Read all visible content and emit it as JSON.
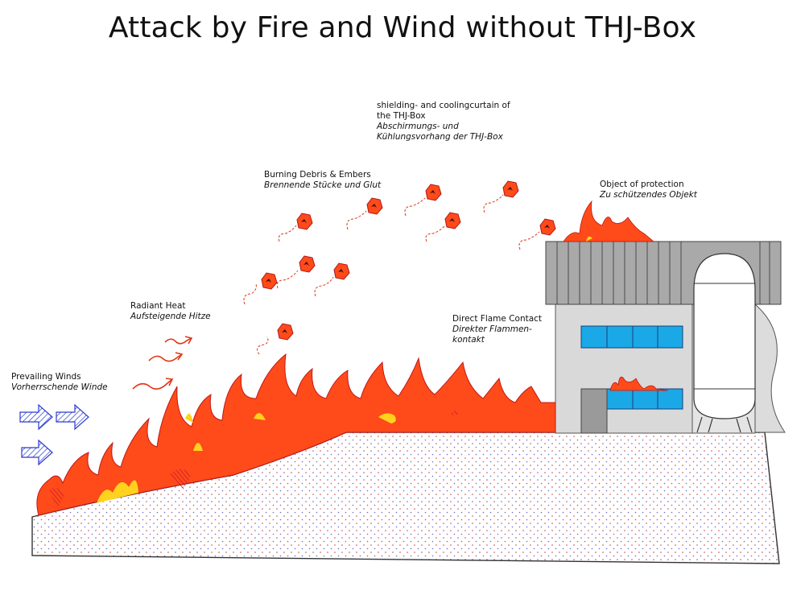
{
  "title": "Attack by Fire and Wind without THJ-Box",
  "labels": {
    "winds": {
      "en": "Prevailing Winds",
      "de": "Vorherrschende Winde"
    },
    "radiant": {
      "en": "Radiant Heat",
      "de": "Aufsteigende Hitze"
    },
    "debris": {
      "en": "Burning Debris & Embers",
      "de": "Brennende Stücke und Glut"
    },
    "shielding": {
      "en1": "shielding- and coolingcurtain of",
      "en2": "the THJ-Box",
      "de1": "Abschirmungs- und",
      "de2": "Kühlungsvorhang der THJ-Box"
    },
    "object": {
      "en": "Object of protection",
      "de": "Zu schützendes Objekt"
    },
    "direct": {
      "en": "Direct Flame Contact",
      "de1": "Direkter Flammen-",
      "de2": "kontakt"
    }
  },
  "icons": {
    "wind": "wind-arrow-icon",
    "heat": "heat-wave-icon",
    "ember": "burning-ember-icon"
  },
  "colors": {
    "flame_outer": "#ff4a1a",
    "flame_inner": "#ffd21e",
    "flame_dark": "#e02a2a",
    "ground_fill": "#fbfbfb",
    "ground_dots": "#c44",
    "building_wall": "#d9d9d9",
    "roof": "#a9a9a9",
    "window": "#1aa9e6",
    "wind_arrow": "#3a48d8"
  }
}
